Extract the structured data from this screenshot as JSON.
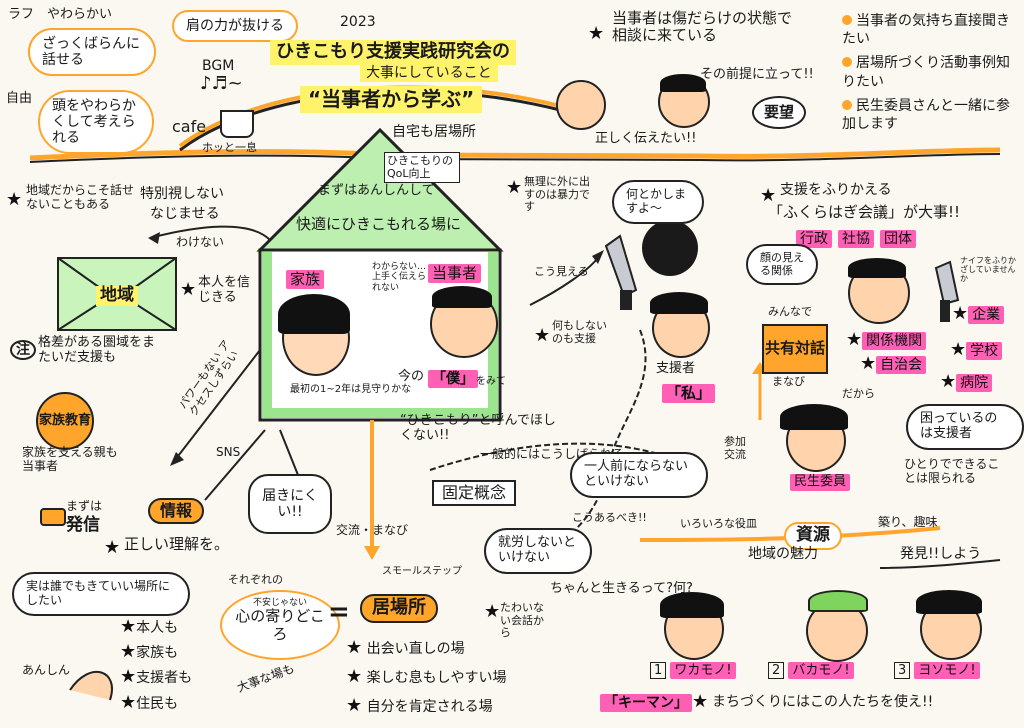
{
  "header": {
    "year": "2023",
    "title_line1": "ひきこもり支援実践研究会の",
    "title_line2": "大事にしていること",
    "title_main": "“当事者から学ぶ”"
  },
  "top_left": {
    "bubble_speak": "ざっくばらんに話せる",
    "bubble_head": "頭をやわらかくして考えられる",
    "bubble_shoulder": "肩の力が抜ける",
    "note_rough": "ラフ　やわらかい",
    "note_free": "自由",
    "bgm": "BGM",
    "bgm_notes": "♪♬~",
    "cafe": "cafe",
    "hot": "ホッと一息"
  },
  "top_right": {
    "heading": "当事者は傷だらけの状態で相談に来ている",
    "heading2": "その前提に立って!!",
    "caption_faces": "正しく伝えたい!!",
    "youbou": "要望",
    "wishes": [
      "当事者の気持ち直接聞きたい",
      "居場所づくり活動事例知りたい",
      "民生委員さんと一緒に参加します"
    ]
  },
  "house": {
    "roof_text": "自宅も居場所",
    "qol": "ひきこもりのQoL向上",
    "line1": "まずはあんしんして",
    "line2": "快適にひきこもれる場に",
    "family_label": "家族",
    "self_label": "当事者",
    "whisper": "わからない…上手く伝えられない",
    "family_note": "最初の1~2年は見守りかな",
    "boku_pre": "今の",
    "boku": "「僕」",
    "boku_post": "をみて",
    "call": "“ひきこもり”と呼んでほしくない!!"
  },
  "left": {
    "chiiki_note": "地域だからこそ話せないこともある",
    "no_special": "特別視しない",
    "nazumaseru": "なじませる",
    "wakenai": "わけない",
    "region": "地域",
    "believe": "本人を信じきる",
    "note_label": "注",
    "note_text": "格差がある圏域をまたいだ支援も",
    "kazoku_kyouiku": "家族教育",
    "kazoku_note": "家族を支える親も当事者",
    "power": "パワーもない アクセスしずらい",
    "sns": "SNS",
    "todokanai": "届きにくい!!",
    "joho": "情報",
    "hasshin_pre": "まずは",
    "hasshin": "発信",
    "rikai": "正しい理解を。"
  },
  "bottom_left": {
    "bubble": "実は誰でもきていい場所にしたい",
    "people": [
      "本人も",
      "家族も",
      "支援者も",
      "住民も"
    ],
    "ansin": "あんしん",
    "heart_top": "それぞれの",
    "heart": "心の寄りどころ",
    "heart_sub": "不安じゃない",
    "taisetsu": "大事な場も",
    "equals": "=",
    "ibasho": "居場所",
    "small_step": "スモールステップ",
    "exchange": "交流・まなび",
    "taiwa": "たわいない会話から",
    "points": [
      "出会い直しの場",
      "楽しむ息もしやすい場",
      "自分を肯定される場"
    ]
  },
  "middle": {
    "muri": "無理に外に出すのは暴力です",
    "nantoka": "何とかしますよ〜",
    "kou": "こう見える",
    "nanimo": "何もしないのも支援",
    "shiensha": "支援者",
    "watashi": "「私」",
    "ippanteki": "一般的にはこうしばられる",
    "kotei": "固定概念",
    "ichininmae": "一人前にならないといけない",
    "kouarubeki": "こうあるべき!!",
    "shuurou": "就労しないといけない",
    "chanto": "ちゃんと生きるって?何?"
  },
  "right": {
    "furikaeri": "支援をふりかえる",
    "fukurahagi": "「ふくらはぎ会議」が大事!!",
    "orgs_top": [
      "行政",
      "社協",
      "団体"
    ],
    "kao": "顔の見える関係",
    "knife_note": "ナイフをふりかざしていませんか",
    "minna": "みんなで",
    "kyoyu": "共有対話",
    "manabi": "まなび",
    "orgs_side": [
      "企業",
      "関係機関",
      "学校",
      "自治会",
      "病院"
    ],
    "dakara": "だから",
    "komatteru": "困っているのは支援者",
    "hitori": "ひとりでできることは限られる",
    "minsei": "民生委員",
    "sanka": "参加交流",
    "iroiro": "いろいろな役皿",
    "shigen": "資源",
    "shumi": "築り、趣味",
    "miryoku": "地域の魅力",
    "hakken": "発見!!しよう"
  },
  "bottom_right": {
    "keymen": [
      {
        "no": "1",
        "label": "ワカモノ!"
      },
      {
        "no": "2",
        "label": "バカモノ!"
      },
      {
        "no": "3",
        "label": "ヨソモノ!"
      }
    ],
    "keyman_tag": "「キーマン」",
    "keyman_text": "まちづくりにはこの人たちを使え!!"
  },
  "colors": {
    "orange": "#ffa52b",
    "pink": "#ff5fb4",
    "green": "#9be58f",
    "yellow": "#fff36b",
    "skin": "#ffd4ad"
  }
}
